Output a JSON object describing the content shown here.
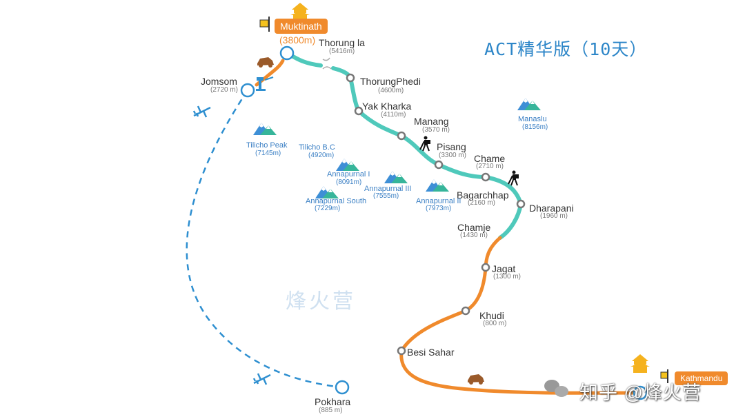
{
  "title": "ACT精华版（10天）",
  "colors": {
    "trek": "#4fc9bb",
    "drive": "#f08a2c",
    "flight": "#2e8fd0",
    "title": "#2d86c8",
    "mountain_label": "#3a7fc4"
  },
  "places": {
    "muktinath": {
      "name": "Muktinath",
      "alt": "(3800m)"
    },
    "jomsom": {
      "name": "Jomsom",
      "alt": "(2720 m)"
    },
    "thorung_la": {
      "name": "Thorung la",
      "alt": "(5416m)"
    },
    "thorung_phedi": {
      "name": "ThorungPhedi",
      "alt": "(4600m)"
    },
    "yak_kharka": {
      "name": "Yak Kharka",
      "alt": "(4110m)"
    },
    "manang": {
      "name": "Manang",
      "alt": "(3570 m)"
    },
    "pisang": {
      "name": "Pisang",
      "alt": "(3300 m)"
    },
    "chame": {
      "name": "Chame",
      "alt": "(2710 m)"
    },
    "bagarchhap": {
      "name": "Bagarchhap",
      "alt": "(2160 m)"
    },
    "dharapani": {
      "name": "Dharapani",
      "alt": "(1960 m)"
    },
    "chamje": {
      "name": "Chamje",
      "alt": "(1430 m)"
    },
    "jagat": {
      "name": "Jagat",
      "alt": "(1300 m)"
    },
    "khudi": {
      "name": "Khudi",
      "alt": "(800 m)"
    },
    "besi_sahar": {
      "name": "Besi Sahar"
    },
    "kathmandu": {
      "name": "Kathmandu"
    },
    "pokhara": {
      "name": "Pokhara",
      "alt": "(885 m)"
    }
  },
  "mountains": {
    "manaslu": {
      "name": "Manaslu",
      "alt": "(8156m)"
    },
    "tilicho_peak": {
      "name": "Tilicho Peak",
      "alt": "(7145m)"
    },
    "tilicho_bc": {
      "name": "Tilicho B.C",
      "alt": "(4920m)"
    },
    "annapurna_1": {
      "name": "Annapurnal I",
      "alt": "(8091m)"
    },
    "annapurna_3": {
      "name": "Annapurnal III",
      "alt": "(7555m)"
    },
    "annapurna_south": {
      "name": "Annapurnal South",
      "alt": "(7229m)"
    },
    "annapurna_2": {
      "name": "Annapurnal II",
      "alt": "(7973m)"
    }
  },
  "watermark": "烽火营",
  "footer_watermark": "知乎 @烽火营"
}
